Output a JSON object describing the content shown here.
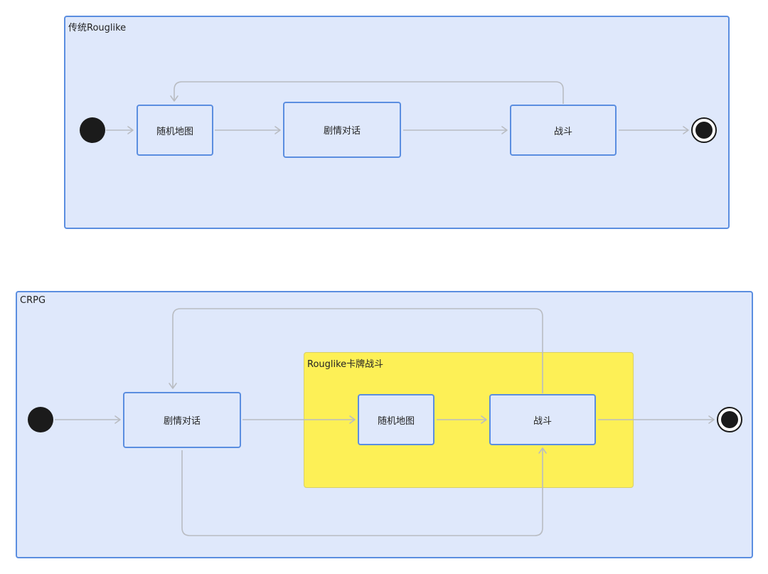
{
  "diagram1": {
    "title": "传统Rouglike",
    "states": {
      "random_map": "随机地图",
      "story_dialogue": "剧情对话",
      "battle": "战斗"
    }
  },
  "diagram2": {
    "title": "CRPG",
    "states": {
      "story_dialogue": "剧情对话"
    },
    "composite": {
      "title": "Rouglike卡牌战斗",
      "states": {
        "random_map": "随机地图",
        "battle": "战斗"
      }
    }
  },
  "colors": {
    "container_fill": "#dfe8fb",
    "container_border": "#5b8ee0",
    "composite_fill": "#fdf056",
    "edge": "#b9bcc2",
    "node_dark": "#1b1b1b"
  }
}
